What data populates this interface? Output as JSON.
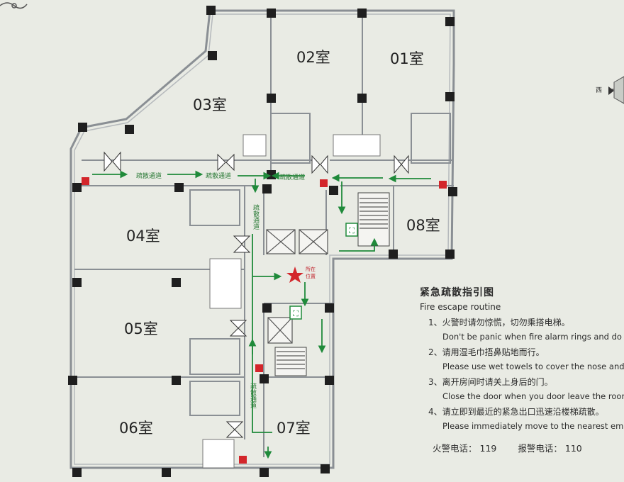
{
  "rooms": [
    "01室",
    "02室",
    "03室",
    "04室",
    "05室",
    "06室",
    "07室",
    "08室"
  ],
  "corridor_label": "疏散通道",
  "you_are_here": {
    "line1": "所在",
    "line2": "位置"
  },
  "compass": {
    "west": "西"
  },
  "legend": {
    "title": "紧急疏散指引图",
    "subtitle": "Fire escape routine",
    "items": [
      {
        "zh": "1、火警时请勿惊慌，切勿乘搭电梯。",
        "en": "Don't be panic when fire alarm rings and do not"
      },
      {
        "zh": "2、请用湿毛巾捂鼻贴地而行。",
        "en": "Please use wet towels to cover the nose and mo"
      },
      {
        "zh": "3、离开房间时请关上身后的门。",
        "en": "Close the door when you door leave the room."
      },
      {
        "zh": "4、请立即到最近的紧急出口迅速沿楼梯疏散。",
        "en": "Please immediately move to the nearest emerge"
      }
    ],
    "phones": {
      "fire_label": "火警电话：",
      "fire_number": "119",
      "police_label": "报警电话：",
      "police_number": "110"
    }
  },
  "colors": {
    "background": "#e9ebe4",
    "wall": "#8a8f94",
    "column": "#1f1f1f",
    "route": "#1f8a3a",
    "marker": "#d3262b"
  }
}
